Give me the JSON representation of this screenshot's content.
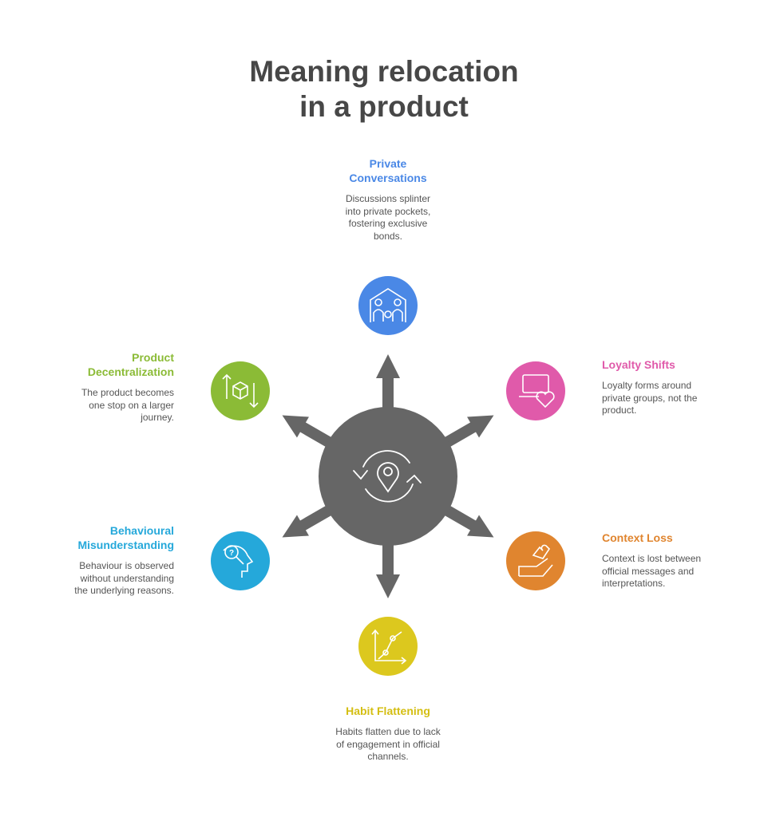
{
  "title_line1": "Meaning relocation",
  "title_line2": "in a product",
  "center_icon": "location-cycle-icon",
  "items": [
    {
      "title1": "Private",
      "title2": "Conversations",
      "desc": [
        "Discussions splinter",
        "into private pockets,",
        "fostering exclusive",
        "bonds."
      ],
      "color": "#4a88e6",
      "icon": "family-home-icon"
    },
    {
      "title1": "Loyalty Shifts",
      "desc": [
        "Loyalty forms around",
        "private groups, not the",
        "product."
      ],
      "color": "#e05aaa",
      "icon": "laptop-heart-icon"
    },
    {
      "title1": "Context Loss",
      "desc": [
        "Context is lost between",
        "official messages and",
        "interpretations."
      ],
      "color": "#e0852f",
      "icon": "hand-puzzle-icon"
    },
    {
      "title1": "Habit Flattening",
      "desc": [
        "Habits flatten due to lack",
        "of engagement in official",
        "channels."
      ],
      "color": "#dcc81e",
      "icon": "line-graph-icon"
    },
    {
      "title1": "Behavioural",
      "title2": "Misunderstanding",
      "desc": [
        "Behaviour is observed",
        "without understanding",
        "the underlying reasons."
      ],
      "color": "#25a8da",
      "icon": "head-question-icon"
    },
    {
      "title1": "Product",
      "title2": "Decentralization",
      "desc": [
        "The product becomes",
        "one stop on a larger",
        "journey."
      ],
      "color": "#8bbb36",
      "icon": "box-arrows-icon"
    }
  ]
}
